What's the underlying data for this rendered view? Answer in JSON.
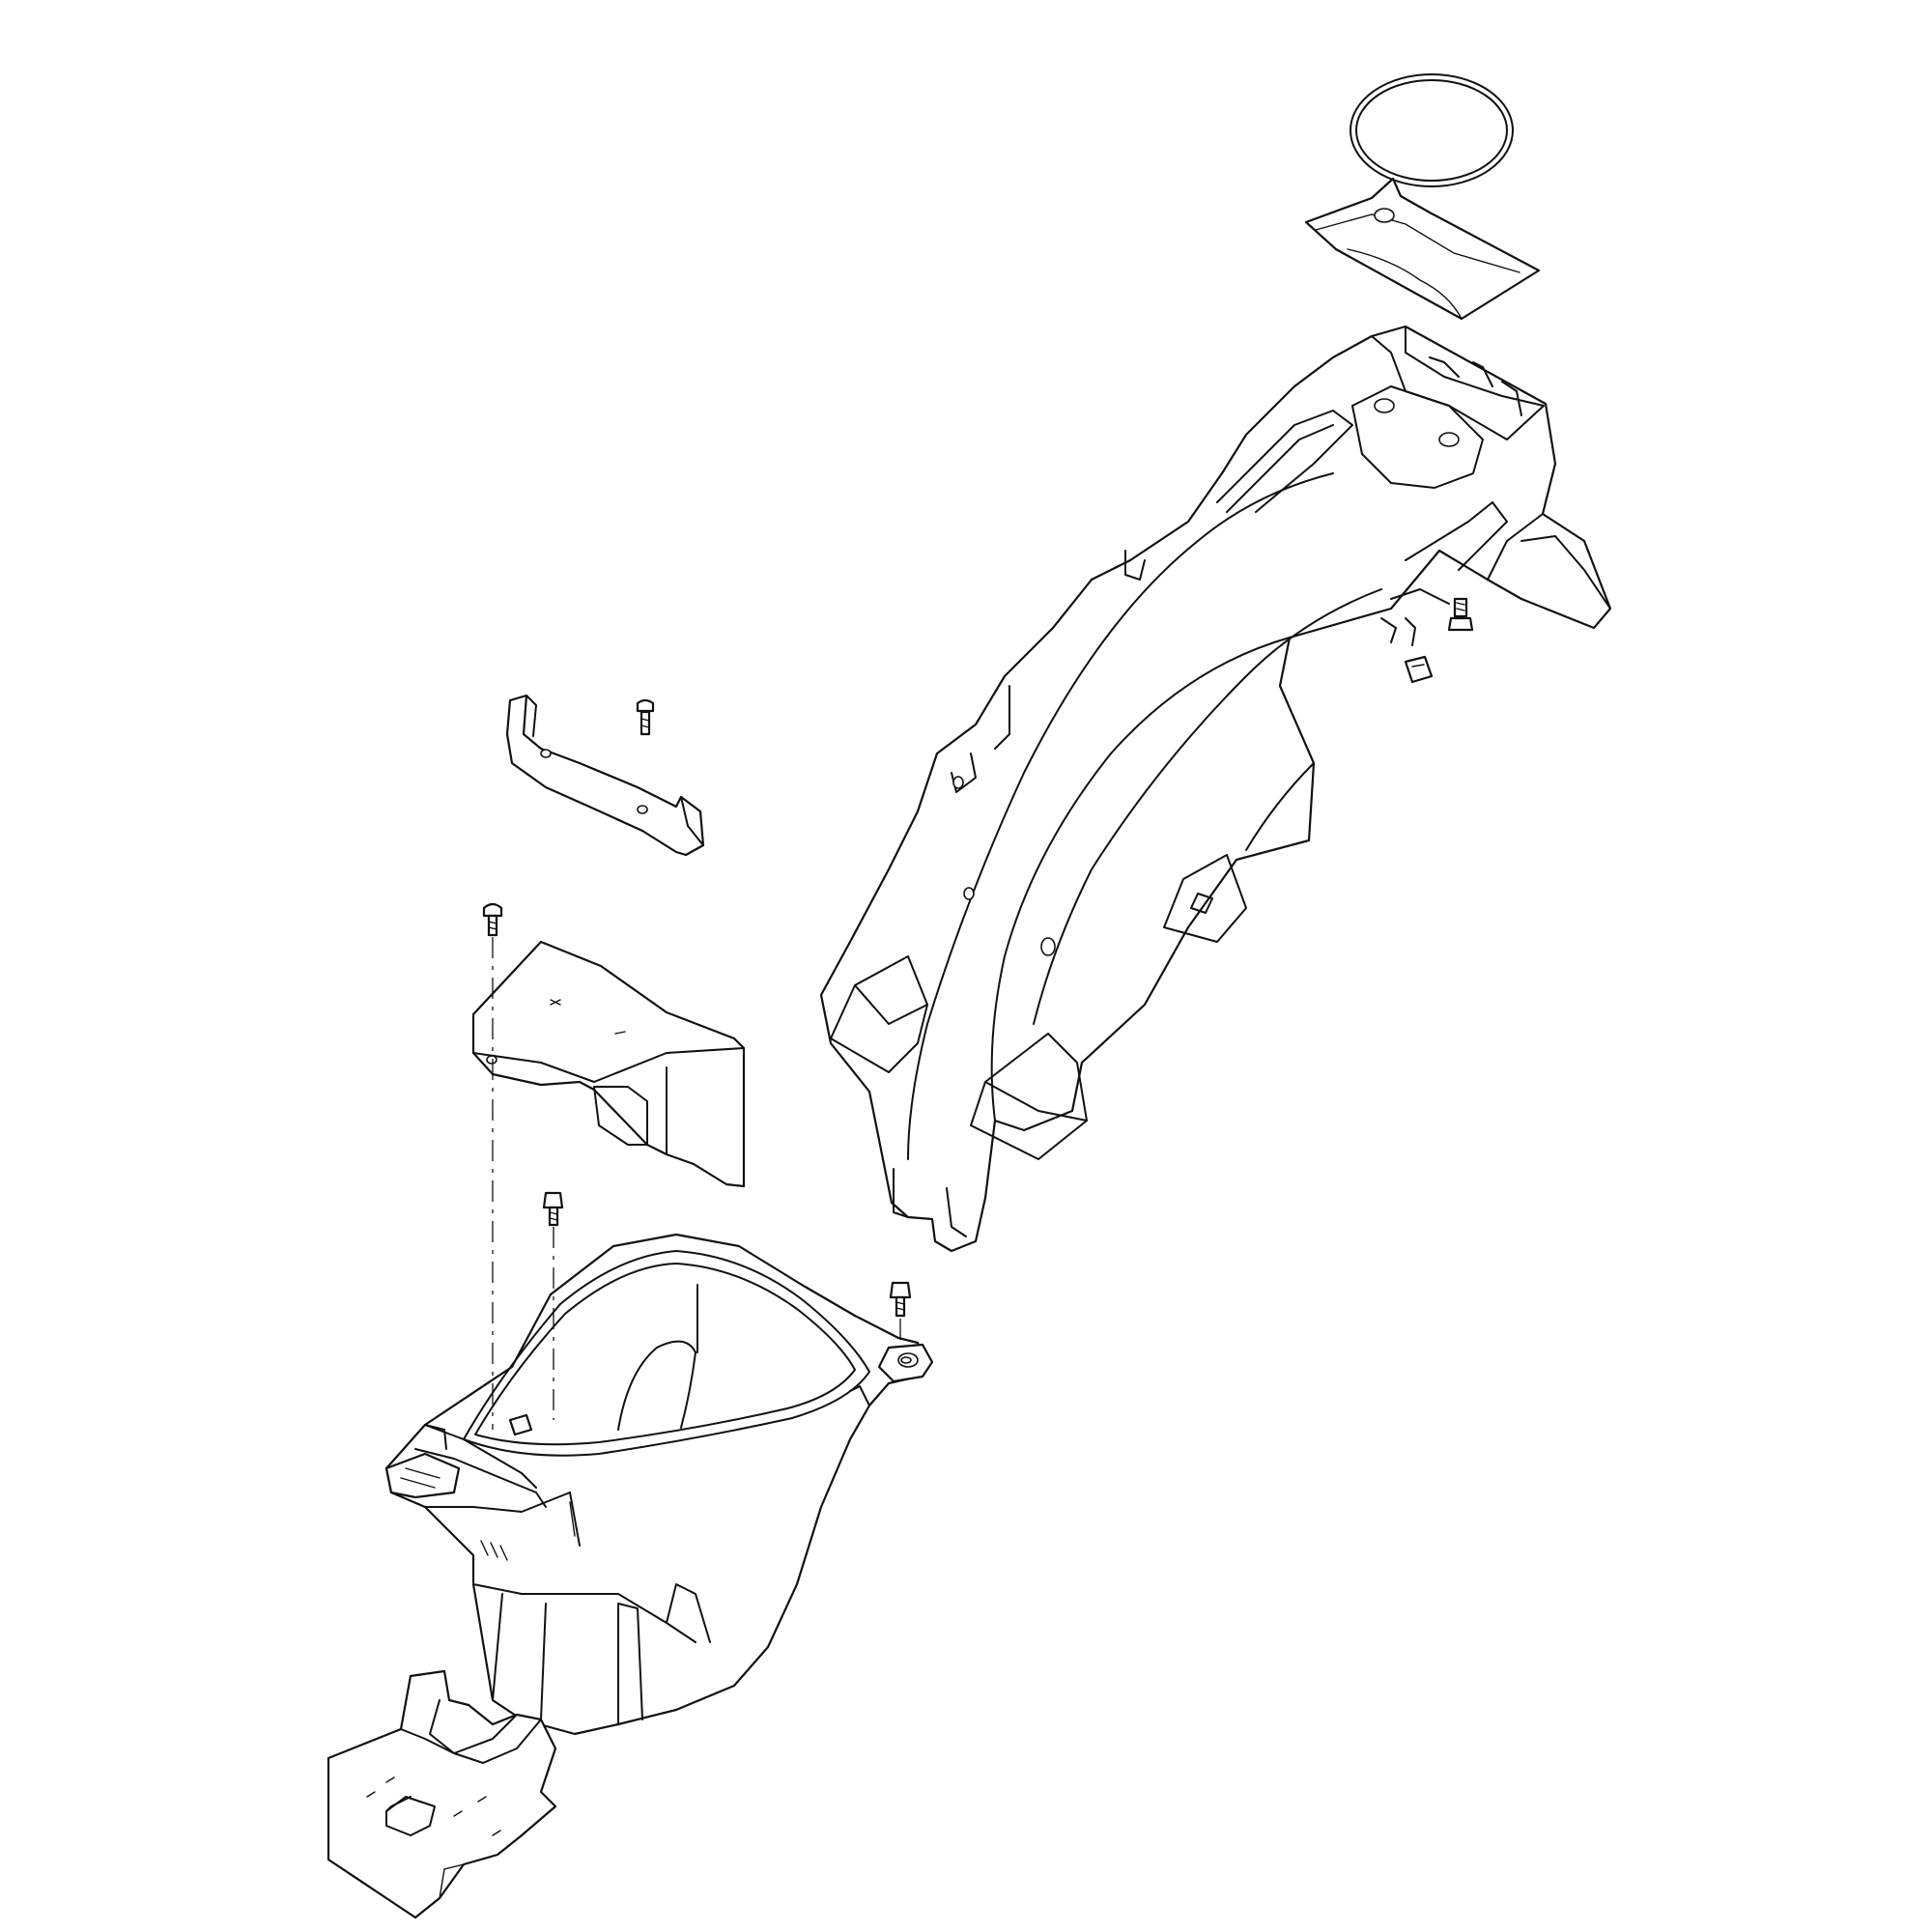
{
  "diagram": {
    "kind": "exploded-parts-view",
    "parts": [
      {
        "name": "o-ring"
      },
      {
        "name": "rubber-pad"
      },
      {
        "name": "rear-fender-frame"
      },
      {
        "name": "fender-bolt-right"
      },
      {
        "name": "speed-nut-right"
      },
      {
        "name": "mounting-bracket"
      },
      {
        "name": "bracket-screw"
      },
      {
        "name": "heat-shield-cover"
      },
      {
        "name": "cover-screw"
      },
      {
        "name": "storage-box"
      },
      {
        "name": "box-bolt-center"
      },
      {
        "name": "box-bolt-right"
      },
      {
        "name": "lower-guard"
      }
    ],
    "colors": {
      "line": "#111111",
      "background": "#ffffff"
    }
  }
}
